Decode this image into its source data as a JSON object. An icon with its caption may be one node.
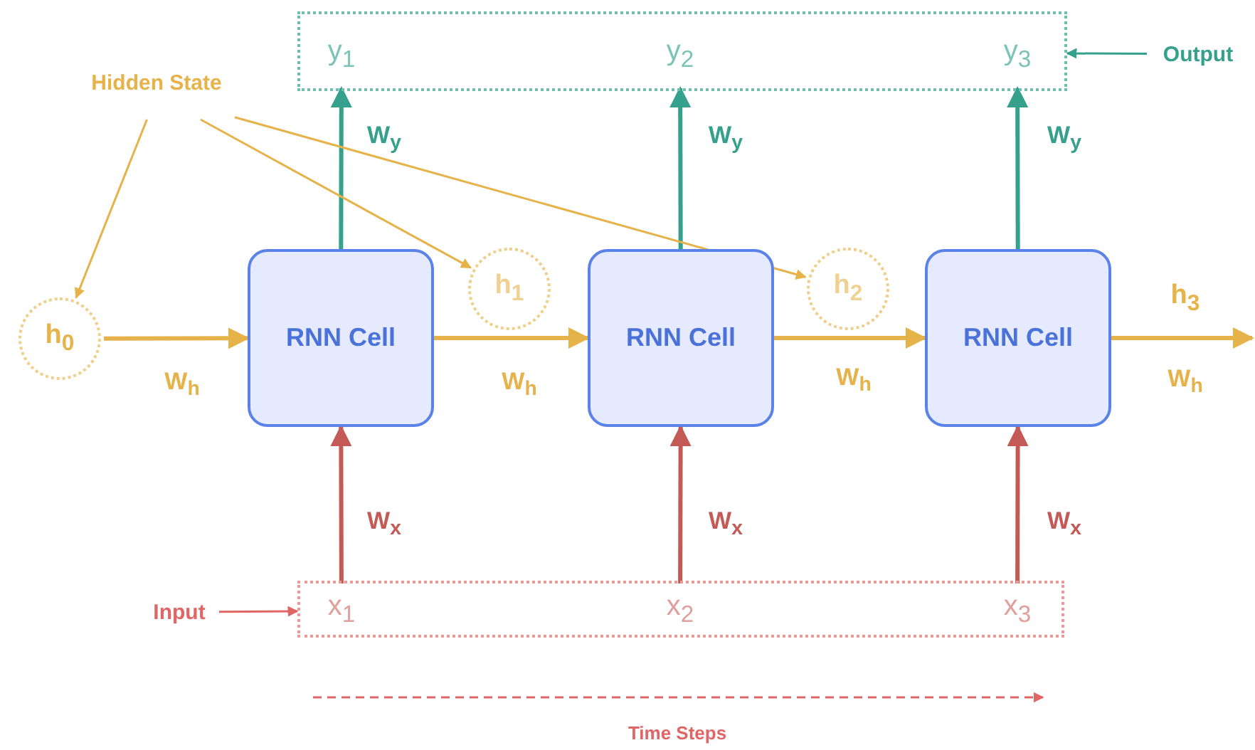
{
  "diagram": {
    "nodes": [
      {
        "text": [],
        "shape": "box"
      },
      {
        "text": [
          "y$_{1}$"
        ],
        "in": 0
      },
      {
        "text": [
          "y$_{2}$"
        ],
        "in": 0
      },
      {
        "text": [
          "y$_{3}$"
        ],
        "in": 0
      },
      {
        "text": [
          "Output"
        ]
      },
      {
        "text": [
          "Hidden State"
        ]
      },
      {
        "text": [
          "h$_{0}$"
        ]
      },
      {
        "text": [
          "RNN Cell"
        ]
      },
      {
        "text": [
          "h$_{1}$"
        ]
      },
      {
        "text": [
          "RNN Cell"
        ]
      },
      {
        "text": [
          "h$_{2}$"
        ]
      },
      {
        "text": [
          "RNN Cell"
        ]
      },
      {
        "text": [],
        "shape": "box"
      },
      {
        "text": [
          "x$_{1}$"
        ],
        "in": 12
      },
      {
        "text": [
          "x$_{2}$"
        ],
        "in": 12
      },
      {
        "text": [
          "x$_{3}$"
        ],
        "in": 12
      },
      {
        "text": [
          "Input"
        ]
      }
    ],
    "edges": [
      {
        "from": 6,
        "to": 7,
        "arrow": "to",
        "label": "W$_{h}$",
        "color": "#e6b34a"
      },
      {
        "from": 7,
        "to": 9,
        "arrow": "to",
        "label": "W$_{h}$",
        "color": "#e6b34a"
      },
      {
        "from": 9,
        "to": 11,
        "arrow": "to",
        "label": "W$_{h}$",
        "color": "#e6b34a"
      },
      {
        "from": 11,
        "to": null,
        "arrow": "to",
        "label": "W$_{h}$",
        "color": "#e6b34a"
      },
      {
        "from": 7,
        "to": 1,
        "arrow": "to",
        "label": "W$_{y}$",
        "color": "#35a08c"
      },
      {
        "from": 9,
        "to": 2,
        "arrow": "to",
        "label": "W$_{y}$",
        "color": "#35a08c"
      },
      {
        "from": 11,
        "to": 3,
        "arrow": "to",
        "label": "W$_{y}$",
        "color": "#35a08c"
      },
      {
        "from": 13,
        "to": 7,
        "arrow": "to",
        "label": "W$_{x}$",
        "color": "#c45a55"
      },
      {
        "from": 14,
        "to": 9,
        "arrow": "to",
        "label": "W$_{x}$",
        "color": "#c45a55"
      },
      {
        "from": 15,
        "to": 11,
        "arrow": "to",
        "label": "W$_{x}$",
        "color": "#c45a55"
      },
      {
        "from": 5,
        "to": 6,
        "arrow": "to",
        "color": "#e6b34a"
      },
      {
        "from": 5,
        "to": 8,
        "arrow": "to",
        "color": "#e6b34a"
      },
      {
        "from": 5,
        "to": 10,
        "arrow": "to",
        "color": "#e6b34a"
      },
      {
        "from": 4,
        "to": 0,
        "arrow": "to",
        "color": "#35a08c"
      },
      {
        "from": 16,
        "to": 12,
        "arrow": "to",
        "color": "#e06666"
      }
    ],
    "labels": [
      "h$_{3}$",
      "Time Steps"
    ]
  }
}
